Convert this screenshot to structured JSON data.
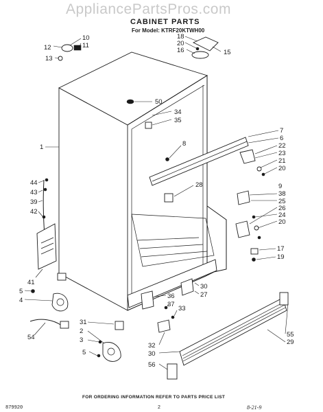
{
  "header": {
    "watermark": "AppliancePartsPros.com",
    "title": "CABINET PARTS",
    "model": "For Model: KTRF20KTWH00"
  },
  "footer": {
    "ordering_note": "FOR ORDERING INFORMATION REFER TO PARTS PRICE LIST",
    "doc_number": "879920",
    "page_number": "2",
    "date_code": "8-21-9"
  },
  "callouts": [
    {
      "id": "c10",
      "label": "10"
    },
    {
      "id": "c11",
      "label": "11"
    },
    {
      "id": "c12",
      "label": "12"
    },
    {
      "id": "c13",
      "label": "13"
    },
    {
      "id": "c18",
      "label": "18"
    },
    {
      "id": "c20a",
      "label": "20"
    },
    {
      "id": "c16",
      "label": "16"
    },
    {
      "id": "c15",
      "label": "15"
    },
    {
      "id": "c50",
      "label": "50"
    },
    {
      "id": "c34",
      "label": "34"
    },
    {
      "id": "c35",
      "label": "35"
    },
    {
      "id": "c1",
      "label": "1"
    },
    {
      "id": "c7",
      "label": "7"
    },
    {
      "id": "c6",
      "label": "6"
    },
    {
      "id": "c8",
      "label": "8"
    },
    {
      "id": "c22",
      "label": "22"
    },
    {
      "id": "c23",
      "label": "23"
    },
    {
      "id": "c21",
      "label": "21"
    },
    {
      "id": "c20b",
      "label": "20"
    },
    {
      "id": "c28",
      "label": "28"
    },
    {
      "id": "c9",
      "label": "9"
    },
    {
      "id": "c38",
      "label": "38"
    },
    {
      "id": "c25",
      "label": "25"
    },
    {
      "id": "c26",
      "label": "26"
    },
    {
      "id": "c24",
      "label": "24"
    },
    {
      "id": "c20c",
      "label": "20"
    },
    {
      "id": "c44",
      "label": "44"
    },
    {
      "id": "c43",
      "label": "43"
    },
    {
      "id": "c39",
      "label": "39"
    },
    {
      "id": "c42",
      "label": "42"
    },
    {
      "id": "c17",
      "label": "17"
    },
    {
      "id": "c19",
      "label": "19"
    },
    {
      "id": "c41",
      "label": "41"
    },
    {
      "id": "c5a",
      "label": "5"
    },
    {
      "id": "c4",
      "label": "4"
    },
    {
      "id": "c30a",
      "label": "30"
    },
    {
      "id": "c27",
      "label": "27"
    },
    {
      "id": "c36",
      "label": "36"
    },
    {
      "id": "c37",
      "label": "37"
    },
    {
      "id": "c33",
      "label": "33"
    },
    {
      "id": "c31",
      "label": "31"
    },
    {
      "id": "c2",
      "label": "2"
    },
    {
      "id": "c3",
      "label": "3"
    },
    {
      "id": "c54",
      "label": "54"
    },
    {
      "id": "c5b",
      "label": "5"
    },
    {
      "id": "c32",
      "label": "32"
    },
    {
      "id": "c30b",
      "label": "30"
    },
    {
      "id": "c56",
      "label": "56"
    },
    {
      "id": "c55",
      "label": "55"
    },
    {
      "id": "c29",
      "label": "29"
    }
  ]
}
